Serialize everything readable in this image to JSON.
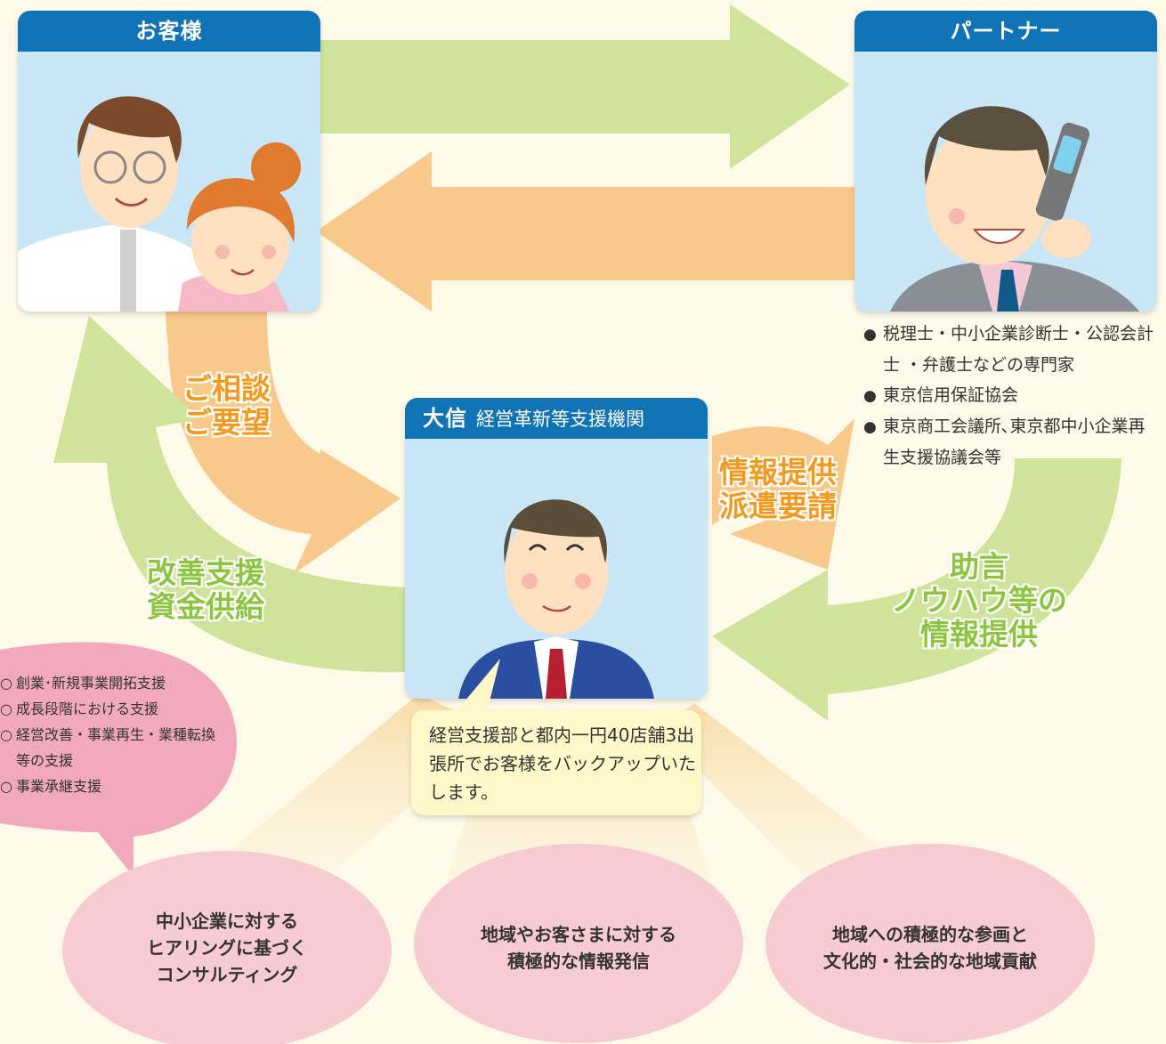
{
  "customer": {
    "title": "お客様"
  },
  "partner": {
    "title": "パートナー",
    "items": [
      "税理士・中小企業診断士・公認会計士 ・弁護士などの専門家",
      "東京信用保証協会",
      "東京商工会議所､東京都中小企業再生支援協議会等"
    ]
  },
  "bank": {
    "name": "大信",
    "subtitle": "経営革新等支援機関"
  },
  "flows": {
    "consult": [
      "ご相談",
      "ご要望"
    ],
    "request": [
      "情報提供",
      "派遣要請"
    ],
    "advice": [
      "助言",
      "ノウハウ等の",
      "情報提供"
    ],
    "support": [
      "改善支援",
      "資金供給"
    ]
  },
  "speech_bubble": {
    "text": "経営支援部と都内一円40店舗3出張所でお客様をバックアップいたします。"
  },
  "services": [
    "創業･新規事業開拓支援",
    "成長段階における支援",
    "経営改善・事業再生・業種転換等の支援",
    "事業承継支援"
  ],
  "pillars": [
    "中小企業に対する\nヒアリングに基づく\nコンサルティング",
    "地域やお客さまに対する\n積極的な情報発信",
    "地域への積極的な参画と\n文化的・社会的な地域貢献"
  ],
  "colors": {
    "green_arrow": "#cfe39a",
    "orange_arrow": "#f8c98a",
    "header_blue": "#0f73b5",
    "card_bg": "#c9e6f6",
    "pink_oval": "#f6cbd1",
    "services_bubble": "#f2a9be",
    "speech_bg": "#fff8c9",
    "page_bg": "#fdfaea"
  }
}
